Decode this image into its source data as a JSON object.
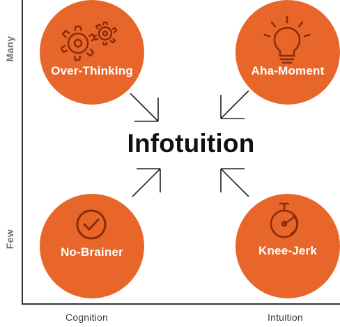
{
  "axes": {
    "y_top": "Many",
    "y_bottom": "Few",
    "x_left": "Cognition",
    "x_right": "Intuition"
  },
  "center": {
    "title": "Infotuition"
  },
  "quadrants": [
    {
      "label": "Over-Thinking",
      "icon": "gears-icon"
    },
    {
      "label": "Aha-Moment",
      "icon": "lightbulb-icon"
    },
    {
      "label": "No-Brainer",
      "icon": "checkmark-circle-icon"
    },
    {
      "label": "Knee-Jerk",
      "icon": "stopwatch-icon"
    }
  ],
  "colors": {
    "accent": "#e8662a",
    "axis": "#333333",
    "text": "#111111"
  }
}
